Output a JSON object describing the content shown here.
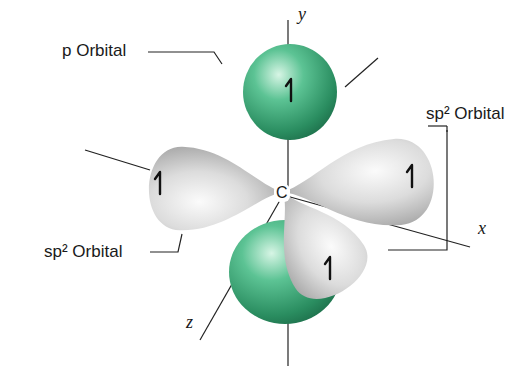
{
  "diagram": {
    "labels": [
      "y",
      "p Orbital",
      "sp² Orbital",
      "x",
      "sp² Orbital",
      "C",
      "z"
    ]
  }
}
